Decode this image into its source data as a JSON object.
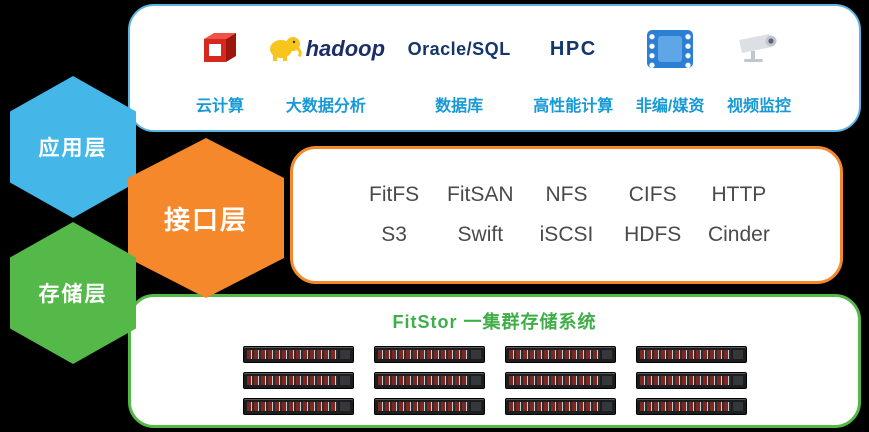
{
  "background_color": "#000000",
  "layers": {
    "app": {
      "label": "应用层",
      "color": "#45b6e8"
    },
    "interface": {
      "label": "接口层",
      "color": "#f6882c"
    },
    "storage": {
      "label": "存储层",
      "color": "#54b948"
    }
  },
  "app_panel": {
    "border_color": "#5db3e3",
    "label_color": "#1799d6",
    "items": [
      {
        "label": "云计算",
        "icon": "red-cube-icon"
      },
      {
        "label": "大数据分析",
        "icon": "hadoop-elephant-icon",
        "icon_text": "hadoop"
      },
      {
        "label": "数据库",
        "icon_text": "Oracle/SQL"
      },
      {
        "label": "高性能计算",
        "icon_text": "HPC"
      },
      {
        "label": "非编/媒资",
        "icon": "film-strip-icon"
      },
      {
        "label": "视频监控",
        "icon": "cctv-camera-icon"
      }
    ]
  },
  "interface_panel": {
    "border_color": "#f6882c",
    "row1": [
      "FitFS",
      "FitSAN",
      "NFS",
      "CIFS",
      "HTTP"
    ],
    "row2": [
      "S3",
      "Swift",
      "iSCSI",
      "HDFS",
      "Cinder"
    ]
  },
  "storage_panel": {
    "border_color": "#54b948",
    "title": "FitStor 一集群存储系统",
    "title_color": "#3fae49",
    "rack_grid": {
      "rows": 3,
      "cols": 4
    }
  }
}
